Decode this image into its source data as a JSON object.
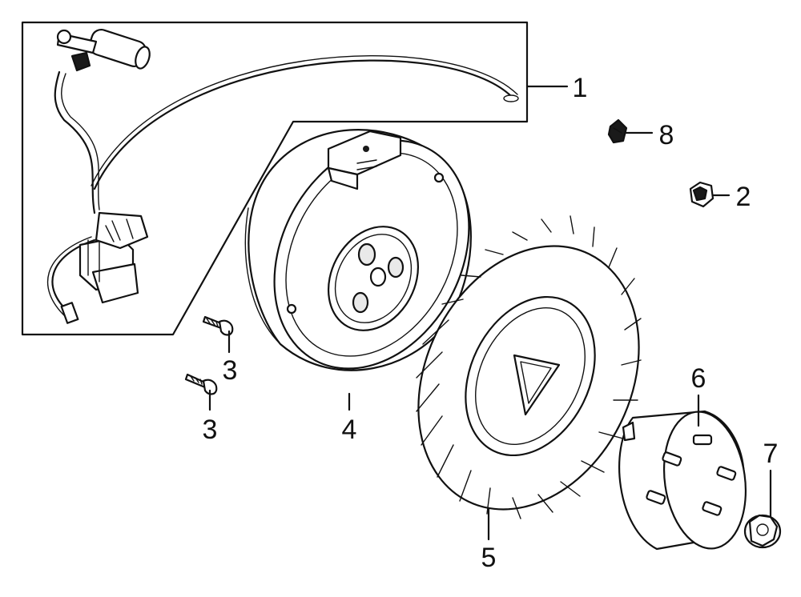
{
  "callouts": {
    "c1": "1",
    "c2": "2",
    "c3a": "3",
    "c3b": "3",
    "c4": "4",
    "c5": "5",
    "c6": "6",
    "c7": "7",
    "c8": "8"
  }
}
